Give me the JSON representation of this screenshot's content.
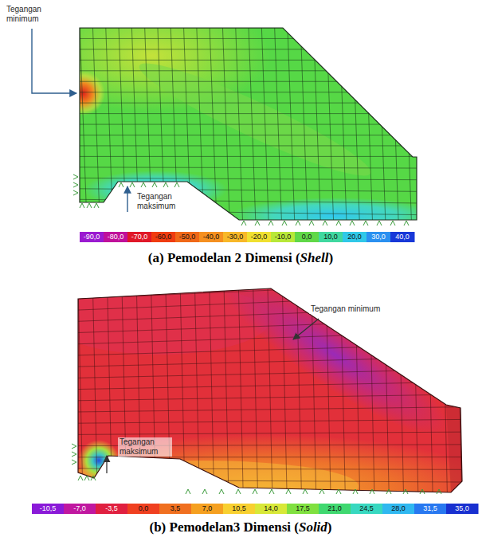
{
  "diagram": {
    "labels": [
      "Tegangan minimum",
      "Tegangan maksimum",
      "-90,0",
      "-80,0",
      "-70,0",
      "-60,0",
      "-50,0",
      "-40,0",
      "-30,0",
      "-20,0",
      "-10,0",
      "0,0",
      "10,0",
      "20,0",
      "30,0",
      "40,0",
      "(a) Pemodelan 2 Dimensi (Shell)",
      "Tegangan minimum",
      "Tegangan maksimum",
      "-10,5",
      "-7,0",
      "-3,5",
      "0,0",
      "3,5",
      "7,0",
      "10,5",
      "14,0",
      "17,5",
      "21,0",
      "24,5",
      "28,0",
      "31,5",
      "35,0",
      "(b) Pemodelan3 Dimensi (Solid)"
    ]
  }
}
